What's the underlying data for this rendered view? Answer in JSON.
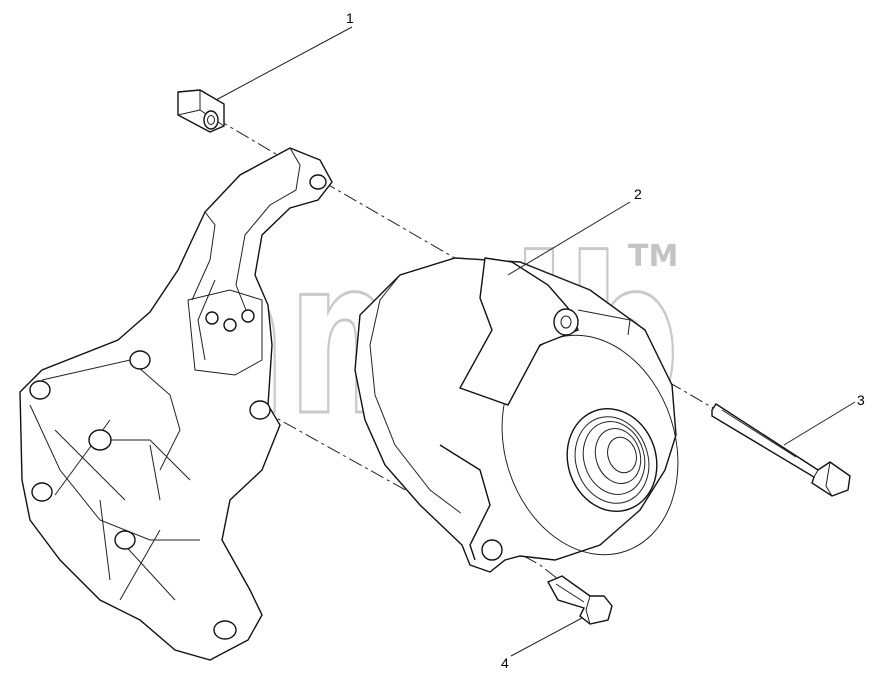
{
  "watermark": {
    "text": "amdb",
    "trademark": "TM"
  },
  "callouts": [
    {
      "id": "1",
      "label": "1"
    },
    {
      "id": "2",
      "label": "2"
    },
    {
      "id": "3",
      "label": "3"
    },
    {
      "id": "4",
      "label": "4"
    }
  ],
  "colors": {
    "line": "#111111",
    "watermark": "#c9c9c9",
    "background": "#ffffff"
  }
}
